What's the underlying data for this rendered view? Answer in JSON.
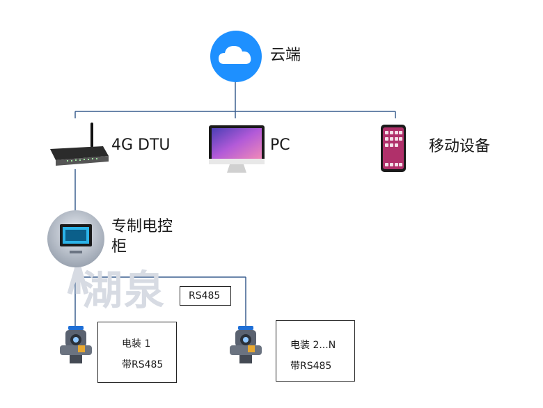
{
  "nodes": {
    "cloud": {
      "label": "云端"
    },
    "dtu": {
      "label": "4G DTU"
    },
    "pc": {
      "label": "PC"
    },
    "mobile": {
      "label": "移动设备"
    },
    "cabinet": {
      "label_line1": "专制电控",
      "label_line2": "柜"
    }
  },
  "bus": {
    "label": "RS485"
  },
  "devices": [
    {
      "line1": "电装 1",
      "line2": "带RS485"
    },
    {
      "line1": "电装 2...N",
      "line2": "带RS485"
    }
  ],
  "watermark": {
    "text": "湖泉"
  },
  "colors": {
    "cloud": "#1e90ff",
    "line": "#3a5f8f",
    "border": "#222222"
  }
}
